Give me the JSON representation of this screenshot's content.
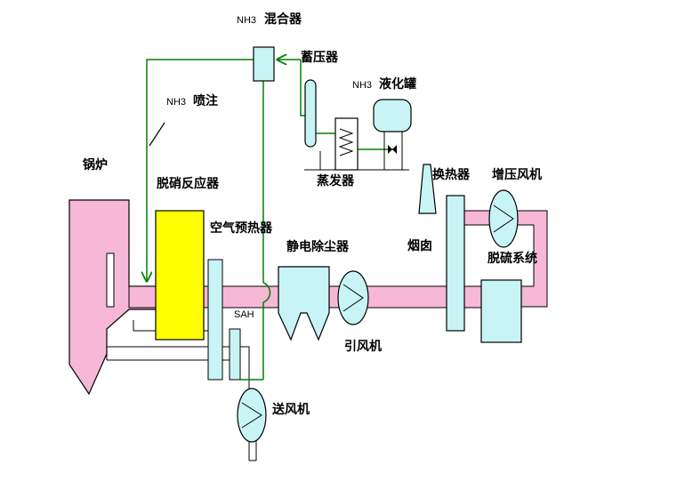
{
  "labels": {
    "nh3_mixer": "混合器",
    "nh3_mixer_prefix": "NH3",
    "accumulator": "蓄压器",
    "nh3_tank": "液化罐",
    "nh3_tank_prefix": "NH3",
    "nh3_injection": "喷注",
    "nh3_injection_prefix": "NH3",
    "boiler": "锅炉",
    "scr_reactor": "脱硝反应器",
    "evaporator": "蒸发器",
    "air_preheater": "空气预热器",
    "sah": "SAH",
    "esp": "静电除尘器",
    "chimney": "烟囱",
    "heat_exchanger": "换热器",
    "booster_fan": "增压风机",
    "desulfurization": "脱硫系统",
    "id_fan": "引风机",
    "fd_fan": "送风机"
  },
  "colors": {
    "flue_duct": "#f7b8d8",
    "equipment": "#c8f4f6",
    "scr_reactor": "#ffff00",
    "nh3_line": "#008000",
    "outline": "#000000"
  }
}
